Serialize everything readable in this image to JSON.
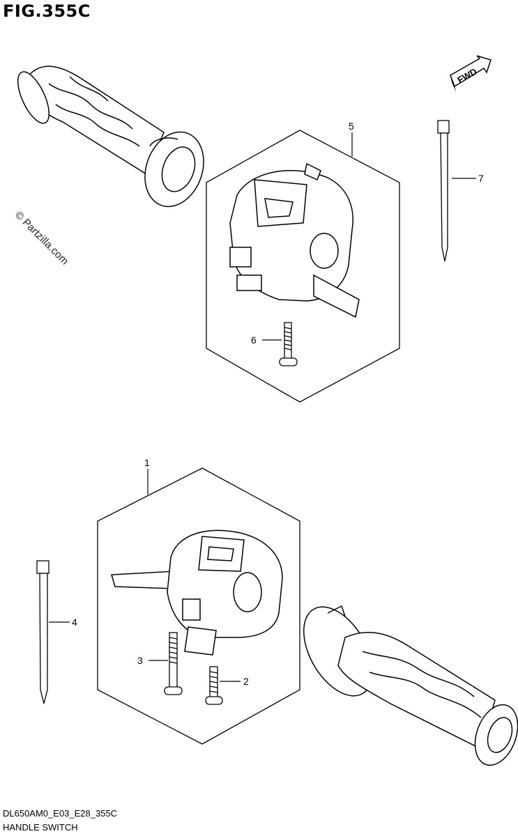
{
  "figure": {
    "title": "FIG.355C",
    "code": "DL650AM0_E03_E28_355C",
    "name": "HANDLE SWITCH",
    "watermark": "© Partzilla.com",
    "fwd_label": "FWD"
  },
  "callouts": [
    {
      "id": "callout-1",
      "label": "1"
    },
    {
      "id": "callout-2",
      "label": "2"
    },
    {
      "id": "callout-3",
      "label": "3"
    },
    {
      "id": "callout-4",
      "label": "4"
    },
    {
      "id": "callout-5",
      "label": "5"
    },
    {
      "id": "callout-6",
      "label": "6"
    },
    {
      "id": "callout-7",
      "label": "7"
    }
  ]
}
